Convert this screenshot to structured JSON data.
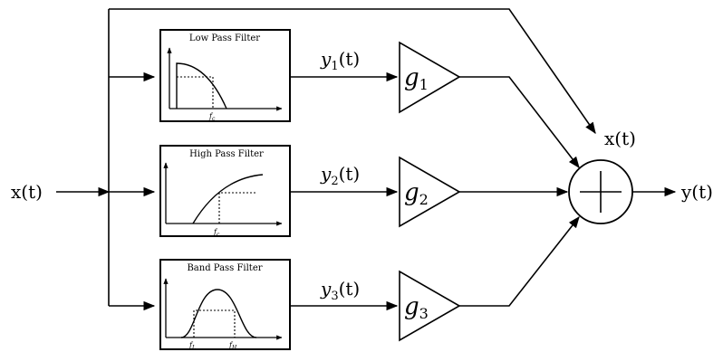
{
  "input": {
    "label": "x(t)"
  },
  "output": {
    "label": "y(t)"
  },
  "feedthrough": {
    "label": "x(t)"
  },
  "filters": [
    {
      "title": "Low Pass Filter",
      "ticks": [
        "f",
        "c"
      ]
    },
    {
      "title": "High Pass Filter",
      "ticks": [
        "f",
        "c"
      ]
    },
    {
      "title": "Band Pass Filter",
      "ticks": [
        "f",
        "L",
        "f",
        "H"
      ]
    }
  ],
  "branches": [
    {
      "signal_base": "y",
      "signal_sub": "1",
      "signal_arg": "(t)",
      "gain_base": "g",
      "gain_sub": "1"
    },
    {
      "signal_base": "y",
      "signal_sub": "2",
      "signal_arg": "(t)",
      "gain_base": "g",
      "gain_sub": "2"
    },
    {
      "signal_base": "y",
      "signal_sub": "3",
      "signal_arg": "(t)",
      "gain_base": "g",
      "gain_sub": "3"
    }
  ],
  "summer": {
    "symbol": "+"
  }
}
